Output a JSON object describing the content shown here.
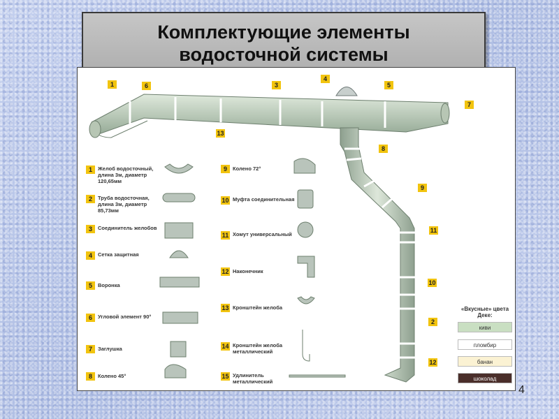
{
  "title_line1": "Комплектующие   элементы",
  "title_line2": "водосточной  системы",
  "page_number": "4",
  "items": [
    {
      "n": "1",
      "label": "Желоб водосточный, длина 3м, диаметр 120,65мм"
    },
    {
      "n": "2",
      "label": "Труба водосточная, длина 3м, диаметр 85,73мм"
    },
    {
      "n": "3",
      "label": "Соединитель желобов"
    },
    {
      "n": "4",
      "label": "Сетка защитная"
    },
    {
      "n": "5",
      "label": "Воронка"
    },
    {
      "n": "6",
      "label": "Угловой элемент 90°"
    },
    {
      "n": "7",
      "label": "Заглушка"
    },
    {
      "n": "8",
      "label": "Колено 45°"
    },
    {
      "n": "9",
      "label": "Колено 72°"
    },
    {
      "n": "10",
      "label": "Муфта соединительная"
    },
    {
      "n": "11",
      "label": "Хомут универсальный"
    },
    {
      "n": "12",
      "label": "Наконечник"
    },
    {
      "n": "13",
      "label": "Кронштейн желоба"
    },
    {
      "n": "14",
      "label": "Кронштейн желоба металлический"
    },
    {
      "n": "15",
      "label": "Удлинитель металлический"
    }
  ],
  "palette": {
    "title": "«Вкусные» цвета Деке:",
    "colors": [
      {
        "name": "киви",
        "hex": "#c9dfc2"
      },
      {
        "name": "пломбир",
        "hex": "#ffffff"
      },
      {
        "name": "банан",
        "hex": "#fbf2d3"
      },
      {
        "name": "шоколад",
        "hex": "#4a2e2a"
      }
    ]
  },
  "callouts": [
    "1",
    "6",
    "3",
    "4",
    "5",
    "7",
    "13",
    "8",
    "9",
    "11",
    "10",
    "2",
    "12"
  ]
}
